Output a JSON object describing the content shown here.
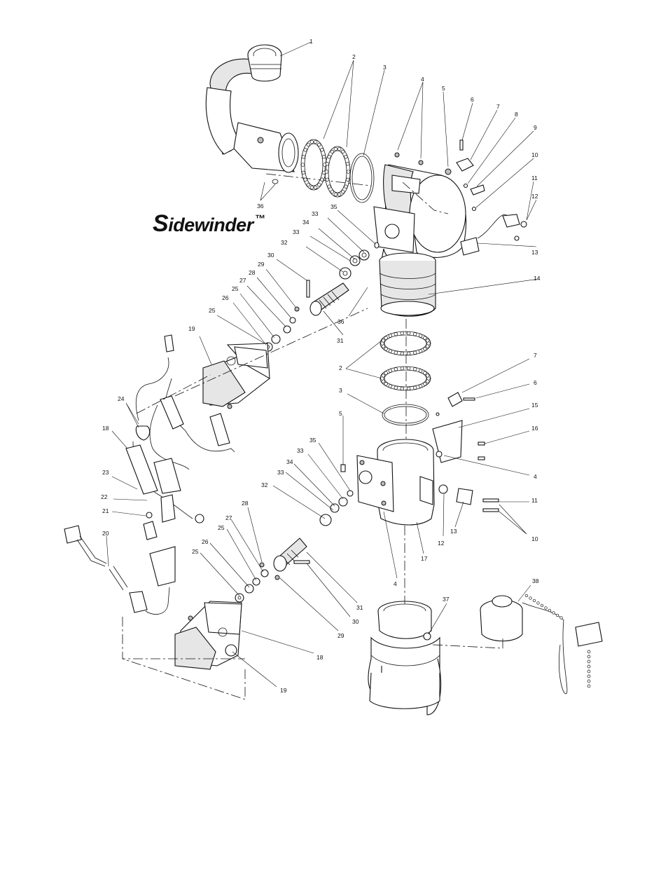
{
  "diagram": {
    "brand": {
      "title": "Sidewinder",
      "mark": "™"
    },
    "callouts": [
      "1",
      "2",
      "3",
      "4",
      "5",
      "6",
      "7",
      "8",
      "9",
      "10",
      "11",
      "12",
      "13",
      "36",
      "35",
      "33",
      "34",
      "33",
      "32",
      "30",
      "29",
      "28",
      "27",
      "25",
      "26",
      "25",
      "14",
      "36",
      "31",
      "19",
      "2",
      "3",
      "7",
      "6",
      "15",
      "16",
      "4",
      "11",
      "10",
      "12",
      "13",
      "17",
      "5",
      "35",
      "33",
      "34",
      "33",
      "32",
      "28",
      "27",
      "25",
      "26",
      "25",
      "31",
      "30",
      "29",
      "4",
      "24",
      "18",
      "23",
      "22",
      "21",
      "20",
      "18",
      "19",
      "37",
      "38"
    ]
  }
}
